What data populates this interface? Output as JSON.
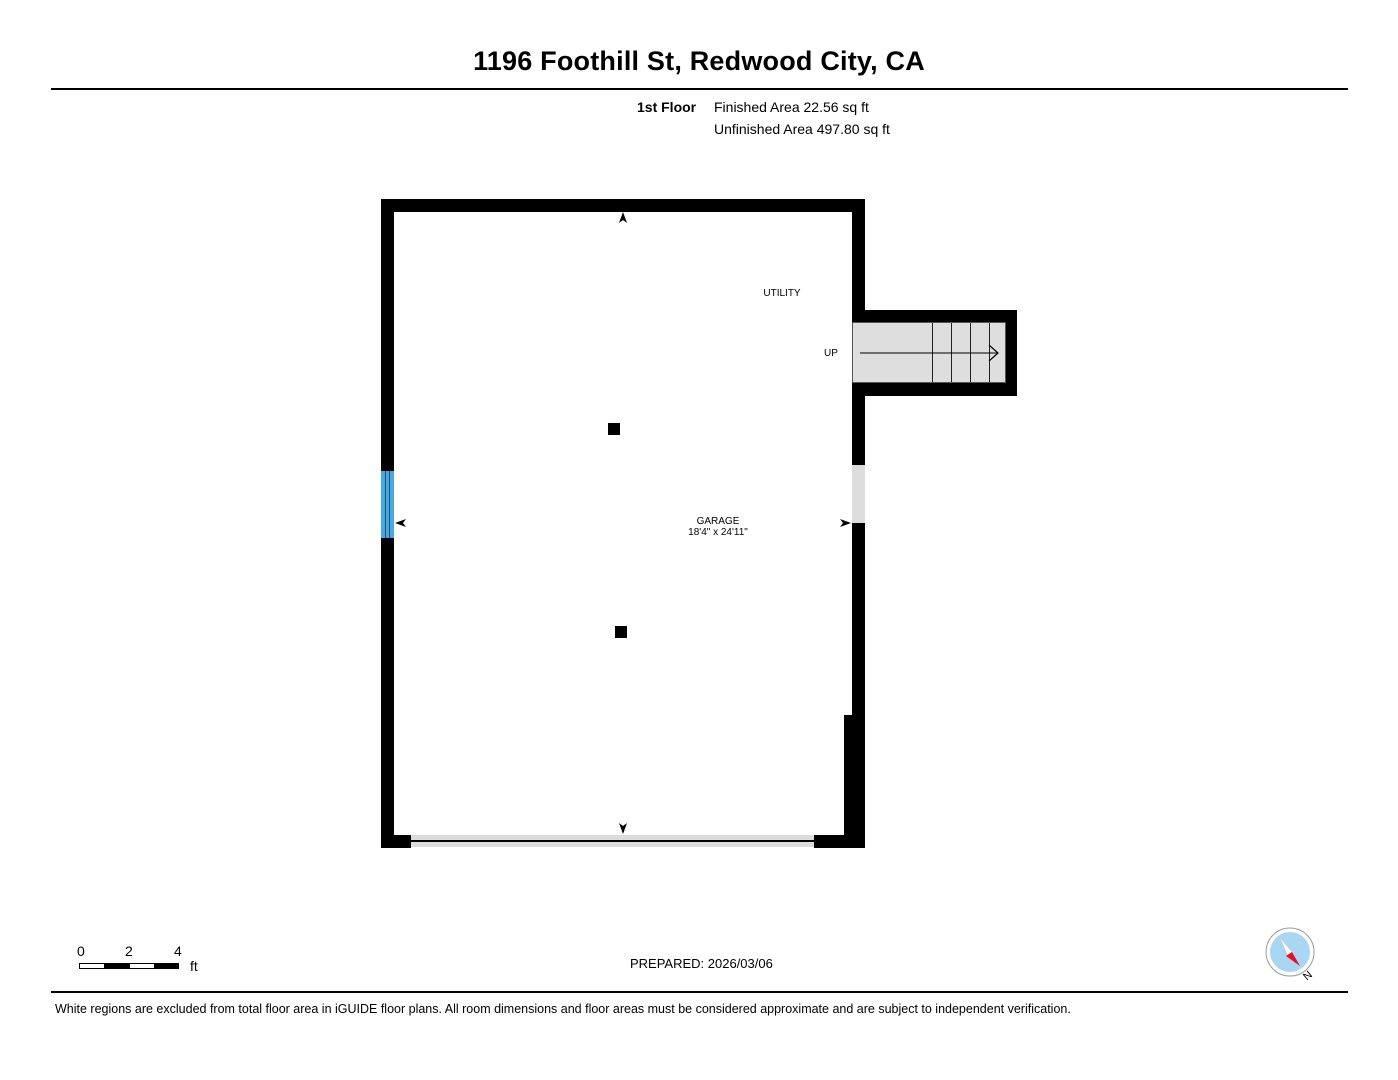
{
  "header": {
    "title": "1196 Foothill St, Redwood City, CA"
  },
  "summary": {
    "floor_label": "1st Floor",
    "finished_area": "Finished Area 22.56 sq ft",
    "unfinished_area": "Unfinished Area 497.80 sq ft"
  },
  "floorplan": {
    "rooms": [
      {
        "name": "GARAGE",
        "dimensions": "18'4\" x 24'11\""
      },
      {
        "name": "UTILITY"
      }
    ],
    "stairs": {
      "label": "UP",
      "direction": "right",
      "treads": 4
    },
    "features": [
      "window-left-wall",
      "opening-right-wall",
      "garage-door-bottom",
      "column",
      "column"
    ],
    "colors": {
      "wall": "#000000",
      "window": "#4aa8e0",
      "opening": "#dddddd",
      "stairs": "#dedede"
    }
  },
  "scale_bar": {
    "ticks": [
      "0",
      "2",
      "4"
    ],
    "unit": "ft"
  },
  "footer": {
    "prepared": "PREPARED: 2026/03/06",
    "disclaimer": "White regions are excluded from total floor area in iGUIDE floor plans. All room dimensions and floor areas must be considered approximate and are subject to independent verification.",
    "compass_label": "N"
  }
}
